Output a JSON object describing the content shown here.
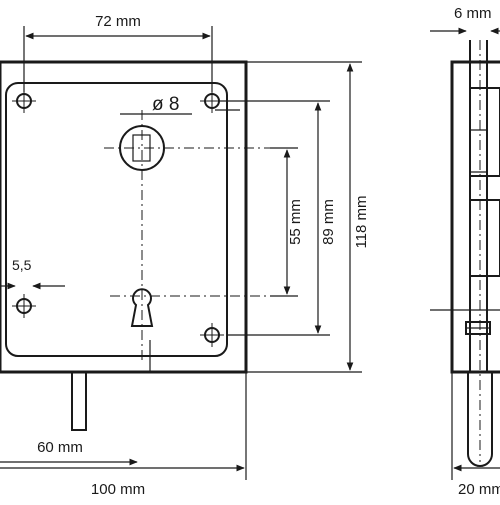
{
  "dimensions": {
    "hole_spacing": "72 mm",
    "hole_diameter": "ø 8",
    "small_hole": "5,5",
    "keyhole_offset": "55 mm",
    "inner_height": "89 mm",
    "total_height": "118 mm",
    "backset": "60 mm",
    "total_width": "100 mm",
    "side_depth": "6 mm",
    "side_width": "20 mm"
  }
}
